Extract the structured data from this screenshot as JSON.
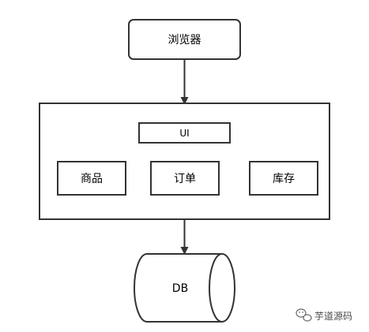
{
  "diagram": {
    "browser": {
      "label": "浏览器"
    },
    "system": {
      "ui": {
        "label": "UI"
      },
      "modules": [
        {
          "label": "商品"
        },
        {
          "label": "订单"
        },
        {
          "label": "库存"
        }
      ]
    },
    "database": {
      "label": "DB"
    }
  },
  "watermark": {
    "text": "芋道源码",
    "icon": "wechat-icon"
  },
  "colors": {
    "stroke": "#333333",
    "fill": "#ffffff",
    "text": "#000000",
    "watermark": "#4a4a4a"
  }
}
